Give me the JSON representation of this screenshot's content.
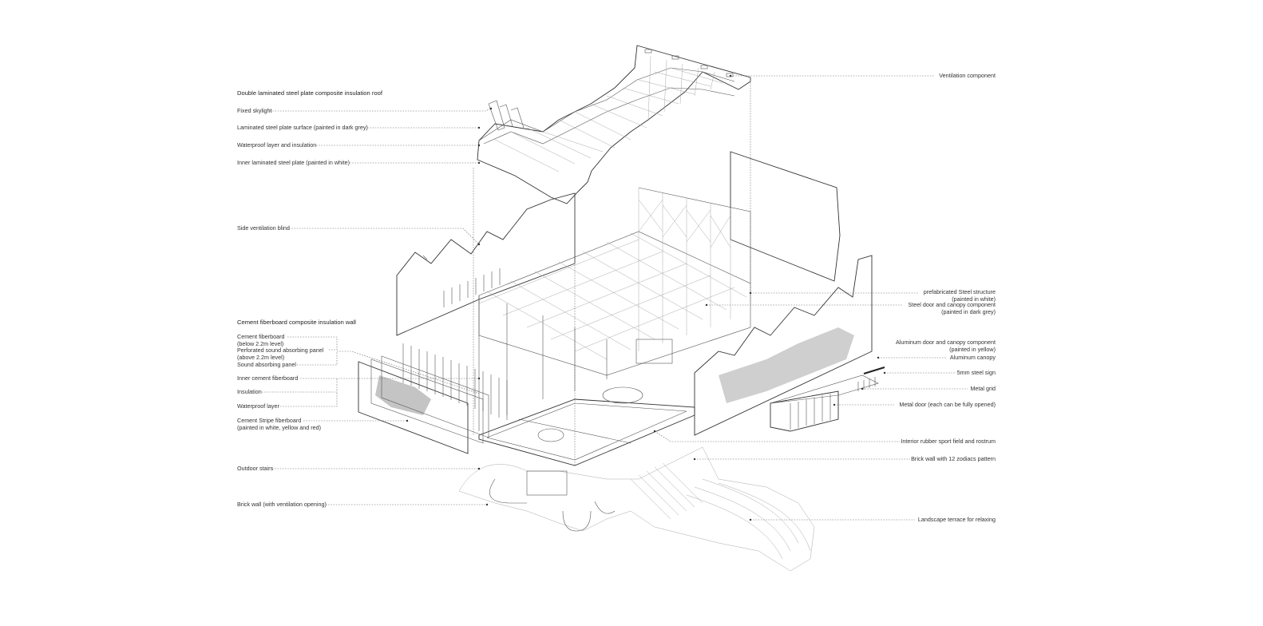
{
  "labels_left": {
    "roof_head": "Double laminated steel plate composite insulation roof",
    "fixed_skylight": "Fixed skylight",
    "laminated_surface": "Laminated steel plate surface (painted in dark grey)",
    "waterproof_insulation": "Waterproof layer and insulation",
    "inner_plate": "Inner laminated steel plate (painted in white)",
    "side_blind": "Side ventilation blind",
    "wall_head": "Cement fiberboard composite insulation wall",
    "cement_fiberboard": "Cement fiberboard\n(below 2.2m level)",
    "perforated_panel": "Perforated sound absorbing panel\n(above 2.2m level)",
    "sound_panel": "Sound absorbing panel",
    "inner_cement": "Inner cement fiberboard",
    "insulation": "Insulation",
    "waterproof_layer": "Waterproof layer",
    "stripe_board": "Cement Stripe fiberboard\n(painted in white, yellow and red)",
    "outdoor_stairs": "Outdoor stairs",
    "brick_wall_vent": "Brick wall (with ventilation opening)"
  },
  "labels_right": {
    "ventilation": "Ventilation component",
    "steel_structure": "prefabricated Steel structure\n(painted in white)",
    "steel_door": "Steel door and canopy component\n(painted in dark grey)",
    "aluminum_head": "Aluminum door and canopy component\n(painted in yellow)",
    "aluminum_canopy": "Aluminum canopy",
    "steel_sign": "5mm steel sign",
    "metal_grid": "Metal grid",
    "metal_door": "Metal door (each can be fully opened)",
    "sport_field": "Interior rubber sport field and rostrum",
    "brick_zodiac": "Brick wall with 12 zodiacs pattern",
    "terrace": "Landscape terrace for relaxing"
  }
}
